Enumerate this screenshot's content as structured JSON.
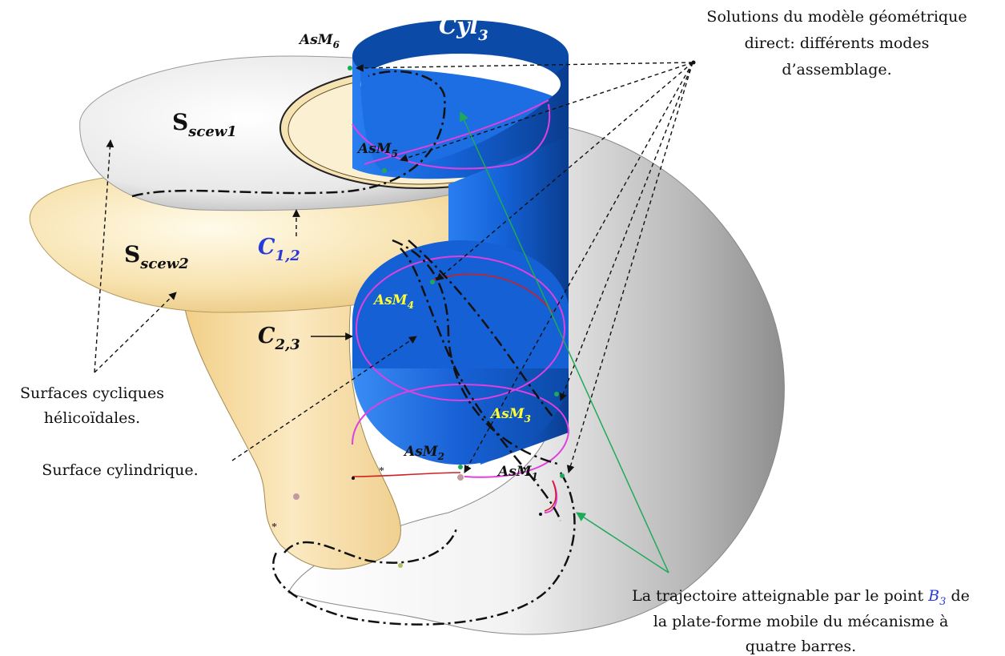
{
  "labels": {
    "cyl": "Cyl",
    "cyl_sub": "3",
    "s_sub1": "scew1",
    "s_sub2": "scew2",
    "s_letter": "S",
    "c_letter": "C",
    "c12_sub": "1,2",
    "c23_sub": "2,3",
    "asm_base": "AsM",
    "asm1": "1",
    "asm2": "2",
    "asm3": "3",
    "asm4": "4",
    "asm5": "5",
    "asm6": "6"
  },
  "annotations": {
    "solutions_line1": "Solutions du modèle géométrique",
    "solutions_line2": "direct: différents modes",
    "solutions_line3": "d’assemblage.",
    "surfaces_line1": "Surfaces cycliques",
    "surfaces_line2": "hélicoïdales.",
    "cylindrical": "Surface cylindrique.",
    "traj_line1_a": "La trajectoire atteignable par le point",
    "traj_point": "B",
    "traj_point_sub": "3",
    "traj_line1_b": "de",
    "traj_line2": "la plate-forme mobile du mécanisme à",
    "traj_line3": "quatre barres."
  },
  "colors": {
    "cylinder_blue": "#1160d6",
    "cylinder_dark": "#0b3f95",
    "surface_cream": "#f5dba0",
    "surface_grey": "#d9d9d9",
    "curve_magenta": "#e040e0",
    "curve_red": "#d02020",
    "arrow_green": "#1faa5a",
    "label_yellow": "#ffff33",
    "label_blue": "#2a3ad8"
  }
}
